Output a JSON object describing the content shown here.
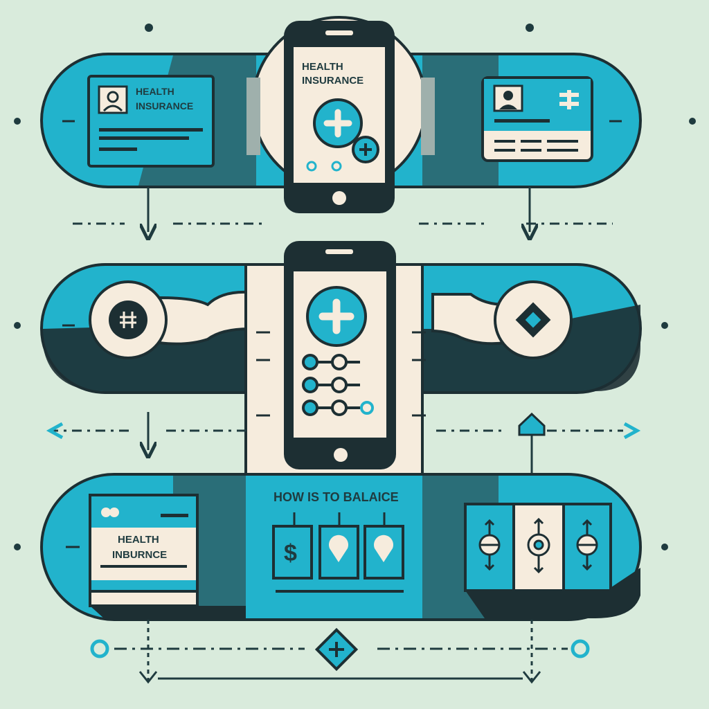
{
  "colors": {
    "background": "#d9ebdc",
    "teal": "#22b3cc",
    "dark_teal": "#2a6e78",
    "navy": "#1f3b3f",
    "cream": "#f6ecdd",
    "outline": "#1d2f33"
  },
  "top_row": {
    "left_card": {
      "icon": "person-icon",
      "title": "HEALTH",
      "subtitle": "INSURANCE"
    },
    "phone": {
      "title_line1": "HEALTH",
      "title_line2": "INSURANCE",
      "icon": "plus-icon"
    },
    "right_card": {
      "icon": "person-icon",
      "symbol": "plus-icon"
    }
  },
  "middle_row": {
    "left_badge": {
      "icon": "plus-icon"
    },
    "phone": {
      "icon": "plus-icon",
      "sliders": 3
    },
    "right_badge": {
      "icon": "diamond-icon"
    }
  },
  "bottom_row": {
    "left_card": {
      "title_line1": "HEALTH",
      "title_line2": "INBURNCE"
    },
    "center_heading": "HOW IS TO BALAICE",
    "tags": [
      "$",
      "pin",
      "pin"
    ],
    "right_panels": 3
  },
  "footer": {
    "center_icon": "plus-diamond-icon"
  }
}
